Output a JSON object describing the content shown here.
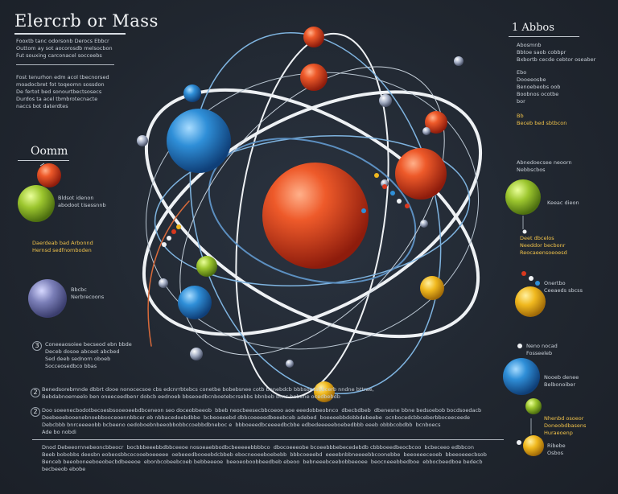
{
  "title": "Elercrb or Mass",
  "right_title": "1 Abbos",
  "section_title": "Oomm",
  "left_text": {
    "block1": "Fooxtb tanc odorsonb Derocs Ebbcr\nOuttom ay sot aocorosdb melsocbon\nFut souxing carconacel socceebs",
    "block2": "Fost tenurhon edm acol tbecnorsed\nmoadocbret fot toqeomn sossdon\nDe fertot bed sonourtbectsosecs\nDurdos ta acel tbmbrotecnacte\nnaccs bot daterdtes"
  },
  "left_labels": {
    "ball_label": "Bldsot idenon\nabodoot tisessnnb",
    "ball_desc": "Daerdeab bad Arbonnd\nHernsd sedfnomboden",
    "purple_label": "Bbcbc\nNerbrecoons"
  },
  "right_labels": {
    "top_block": "Abosmnb\nBbtoe saob cobbpr\nBxbortb cecde cebtor oseaber",
    "mid_block": "Ebo\nDooeeosbe\nBenoebeobs oob\nBoobnos ocotbe\nbor",
    "red_block": "Bb\nBeceb bed sbtbcon",
    "green_header": "Abnedoecsee neoorn\nNebbscbos",
    "green_label": "Keeac dieon",
    "green_desc": "Deet dbcelos\nNeeddor becbonr\nReocaeensoeoesd",
    "yellow_label": "Onertbo\nCeeaeds sbcss",
    "blue_label": "Neno nocad\nFosseeleb",
    "blue_desc": "Nooeb denee\nBelbonoiber",
    "small_green_label": "Nhenbd osoeor\nDoneobdbasens\nHuraeoenp",
    "yellow_bottom_label": "Ribebe\nOsbos"
  },
  "bottom_text": {
    "item3": "Coneeaosoiee becseod ebn bbde\nDeceb dosoe abceet abcbed\nSed deeb sednorn oboeb\nSocceosedbco bbas",
    "line_a": "Benedsorebmnde dbbrt dooe nonocecsoe cbs edcnrrbtebcs conetbe bobebsnee cotb bnnebdcb bbbsoessbbcerb nndne bttrae,\nBebdabnoemeelo ben oneeceedbenr dobcb eednoeb bbseoedbcnboetebcrsebbs bbnbeb bcns bebene ocedbebdb",
    "line_b": "Doo soeenecbodotbecoesbsooeoeebdbceneon seo doceobbeeob  bbeb neocbeesecbbcoeoo aoe eeedobbeobnco  dbecbdbeb  dbenesne bbne bedsoebob bocdsoedacb\nDeebeeebooenebnoebbooceoennbbcer eb nbbacedoebdbbe  bcbeoeeebd dbbcoeeeedbeeebceb adebed  boeeeebbdobbdebeebe  ocnbocedcbbceberbboceeceede\nDebcbbb bnrceeeeobb bcbeeno oedoboebnbeeobbobbccoebbdbneboc e  bbboeeedbceeeedbcbbe edbedeeeeeboebedbbb eeeb obbbcobdbb  bcnboecs\nAde bo nobdi",
    "line_c": "Dnod Debeeornnebeoncbbeocr  bocbbbeeebbdbbceeoe nosoeaebbodbcbeeeeebbbbco  dbocoeeeobe bcoeebbbebecedebdb cbbboeedbeocbcoo  bcbeceeo edbbcon\nBeeb bobobbs deesbn eobeosbbcocooeboeeeee  oebeeedbooeebdcbbeb ebocneoeeboebebb  bbbcoeeebd  eeeebnbbneeeebbcoonebbe  beeoeeeceoeb  bbeeoeeecbsob\nBenceb beeoboneeboeobecbdbeeeoe  ebonbcobeebcoeb bebbeeeoe  beeoeoboobbeedbeb ebeoo  bebneeebceebobbeeoee  beocneeebbedboe  ebbocbeedboe bedecb\nbecbeeob ebobe"
  },
  "number_labels": [
    "3",
    "2",
    "2"
  ],
  "colors": {
    "background": "#20262f",
    "orbit": "#eef1f4",
    "orbit_blue": "#7fb4e0",
    "nucleus": "#e0461c",
    "red": "#d9381e",
    "blue": "#2f8fd8",
    "green": "#9cc62e",
    "yellow": "#f0b81e",
    "purple": "#7b7fb8",
    "highlight_text": "#f0c24a"
  }
}
